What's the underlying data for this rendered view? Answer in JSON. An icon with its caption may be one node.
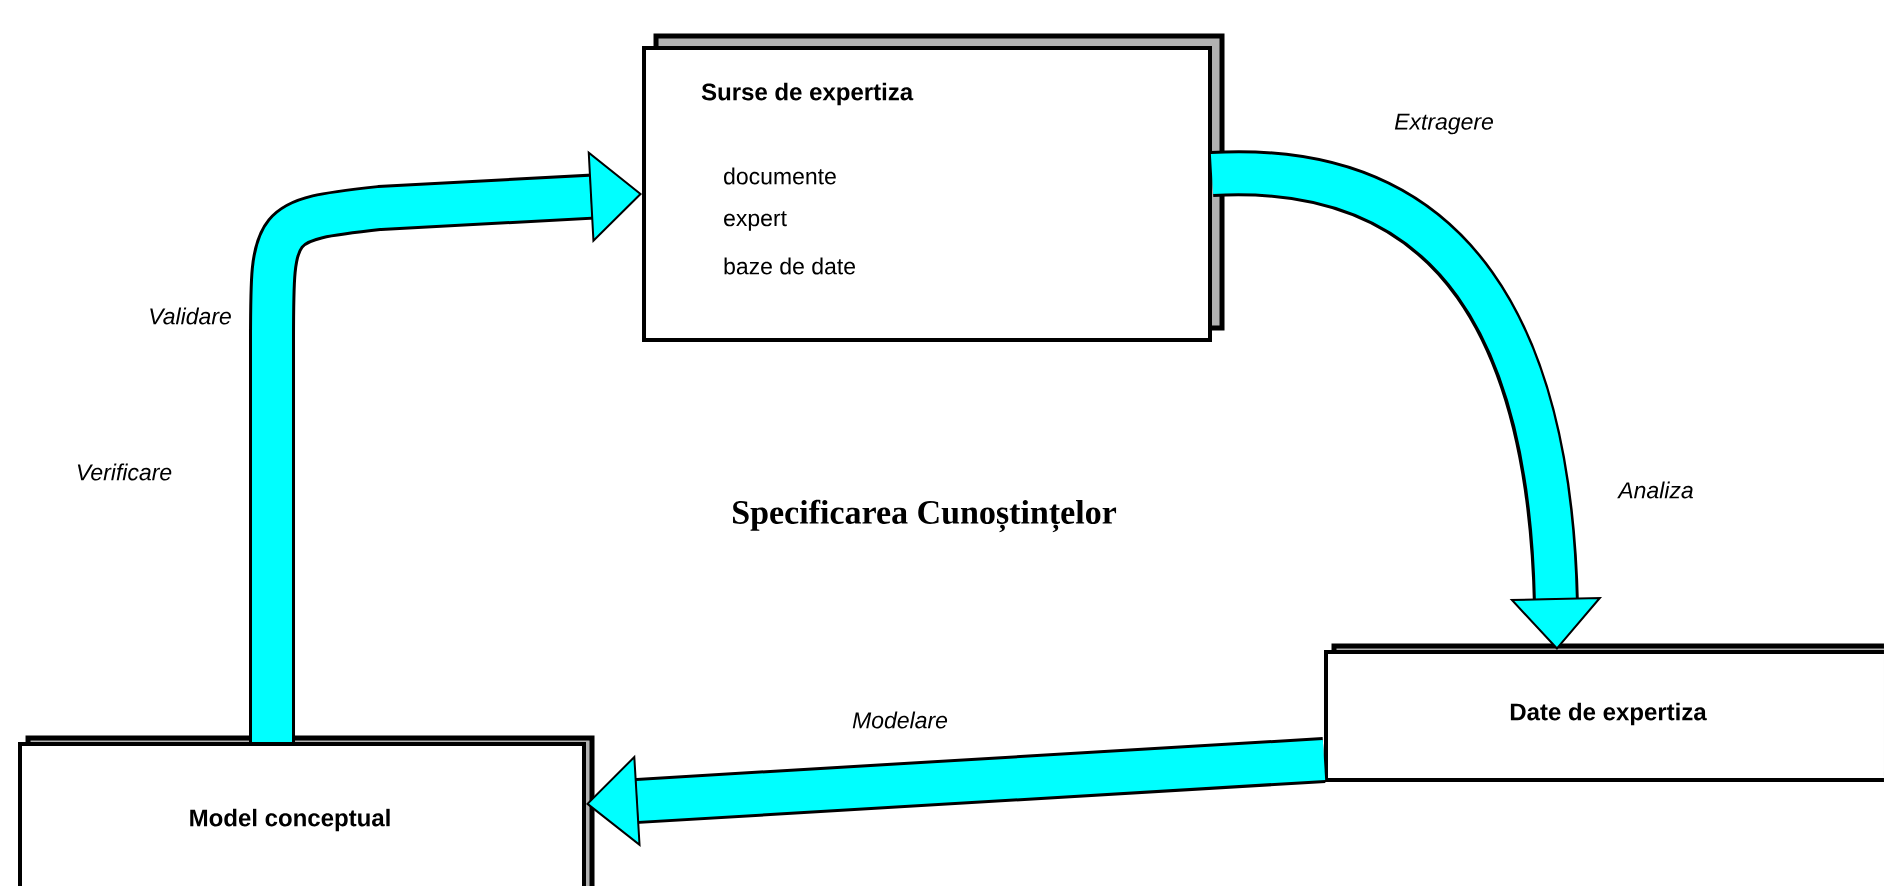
{
  "diagram": {
    "title": "Specificarea Cunoștințelor",
    "nodes": [
      {
        "text": [
          "Surse de expertiza",
          "documente",
          "expert",
          "baze de date"
        ]
      },
      {
        "text": [
          "Date de expertiza"
        ]
      },
      {
        "text": [
          "Model conceptual"
        ]
      }
    ],
    "edges": [
      {
        "from": 0,
        "to": 1,
        "arrow": "to",
        "label": "Extragere"
      },
      {
        "from": 1,
        "to": 2,
        "arrow": "to",
        "label": "Modelare"
      },
      {
        "from": 2,
        "to": 0,
        "arrow": "to",
        "label": "Validare"
      }
    ],
    "labels": [
      "Analiza",
      "Verificare"
    ]
  }
}
